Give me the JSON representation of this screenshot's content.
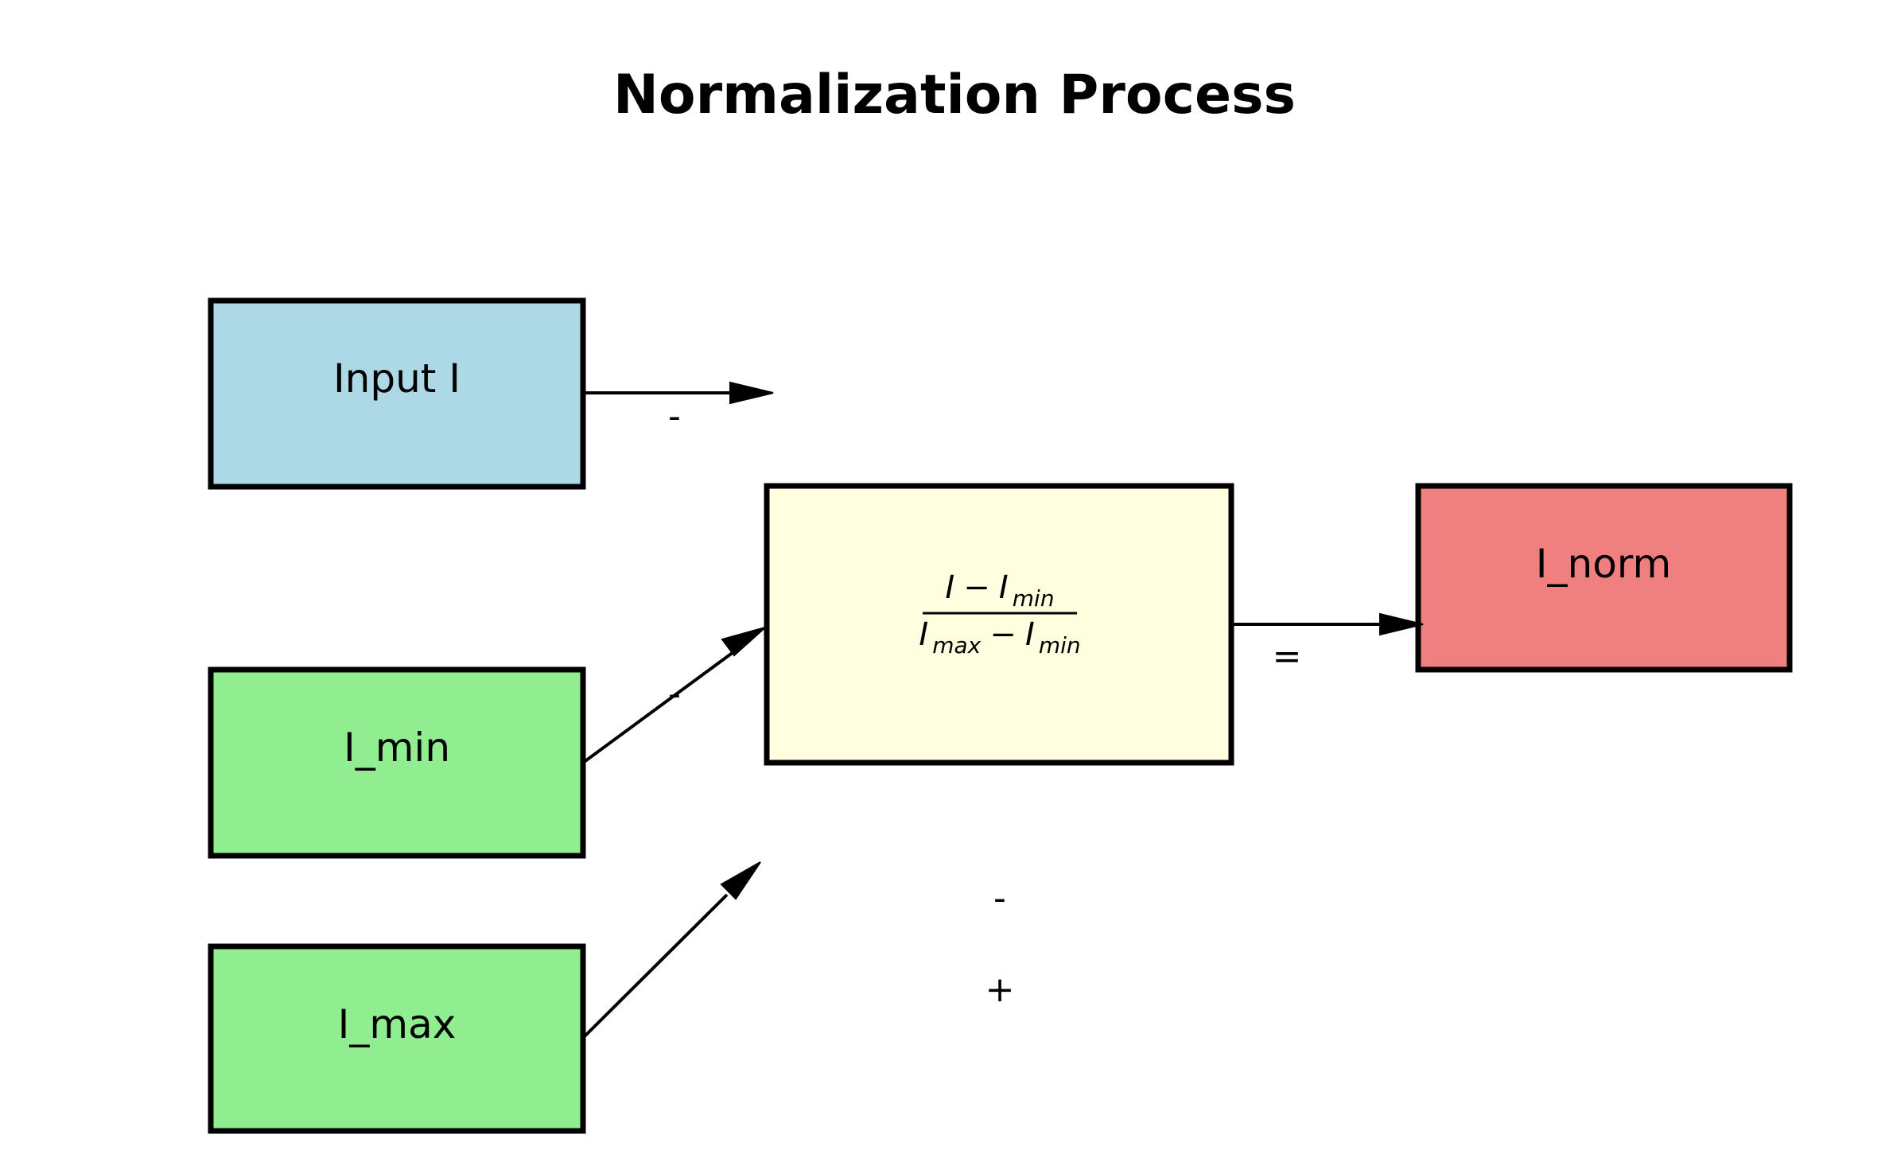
{
  "title": "Normalization Process",
  "colors": {
    "input": "#add8e6",
    "bound": "#90ee90",
    "formula": "#ffffe0",
    "output": "#f08080",
    "stroke": "#000000"
  },
  "nodes": {
    "input": {
      "label": "Input I"
    },
    "min": {
      "label": "I_min"
    },
    "max": {
      "label": "I_max"
    },
    "output": {
      "label": "I_norm"
    }
  },
  "formula": {
    "numerator": {
      "var": "I",
      "op": "−",
      "base": "I",
      "sub": "min"
    },
    "denominator": {
      "base1": "I",
      "sub1": "max",
      "op": "−",
      "base2": "I",
      "sub2": "min"
    }
  },
  "edge_labels": {
    "input_to_formula": "-",
    "min_to_formula": "-",
    "formula_to_output": "=",
    "center_minus": "-",
    "center_plus": "+"
  }
}
